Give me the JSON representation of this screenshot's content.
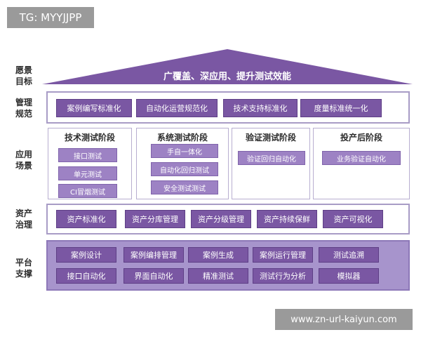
{
  "watermark_top": "TG: MYYJJPP",
  "watermark_bottom": "www.zn-url-kaiyun.com",
  "rows": {
    "vision": {
      "label_1": "愿景",
      "label_2": "目标",
      "banner": "广覆盖、深应用、提升测试效能"
    },
    "management": {
      "label_1": "管理",
      "label_2": "规范",
      "items": [
        "案例编写标准化",
        "自动化运营规范化",
        "技术支持标准化",
        "度量标准统一化"
      ]
    },
    "scenarios": {
      "label_1": "应用",
      "label_2": "场景",
      "stages": [
        {
          "title": "技术测试阶段",
          "items": [
            "接口测试",
            "单元测试",
            "CI冒烟测试"
          ]
        },
        {
          "title": "系统测试阶段",
          "items": [
            "手自一体化",
            "自动化回归测试",
            "安全测试测试"
          ]
        },
        {
          "title": "验证测试阶段",
          "items": [
            "验证回归自动化"
          ]
        },
        {
          "title": "投产后阶段",
          "items": [
            "业务验证自动化"
          ]
        }
      ]
    },
    "assets": {
      "label_1": "资产",
      "label_2": "治理",
      "items": [
        "资产标准化",
        "资产分库管理",
        "资产分级管理",
        "资产持续保鲜",
        "资产可视化"
      ]
    },
    "platform": {
      "label_1": "平台",
      "label_2": "支撑",
      "row1": [
        "案例设计",
        "案例编排管理",
        "案例生成",
        "案例运行管理",
        "测试追溯"
      ],
      "row2": [
        "接口自动化",
        "界面自动化",
        "精准测试",
        "测试行为分析",
        "模拟器"
      ]
    }
  },
  "colors": {
    "roof": "#7a57a3",
    "pill": "#7a57a3",
    "band_border": "#a89cc6",
    "platform_fill": "#a794cc"
  }
}
